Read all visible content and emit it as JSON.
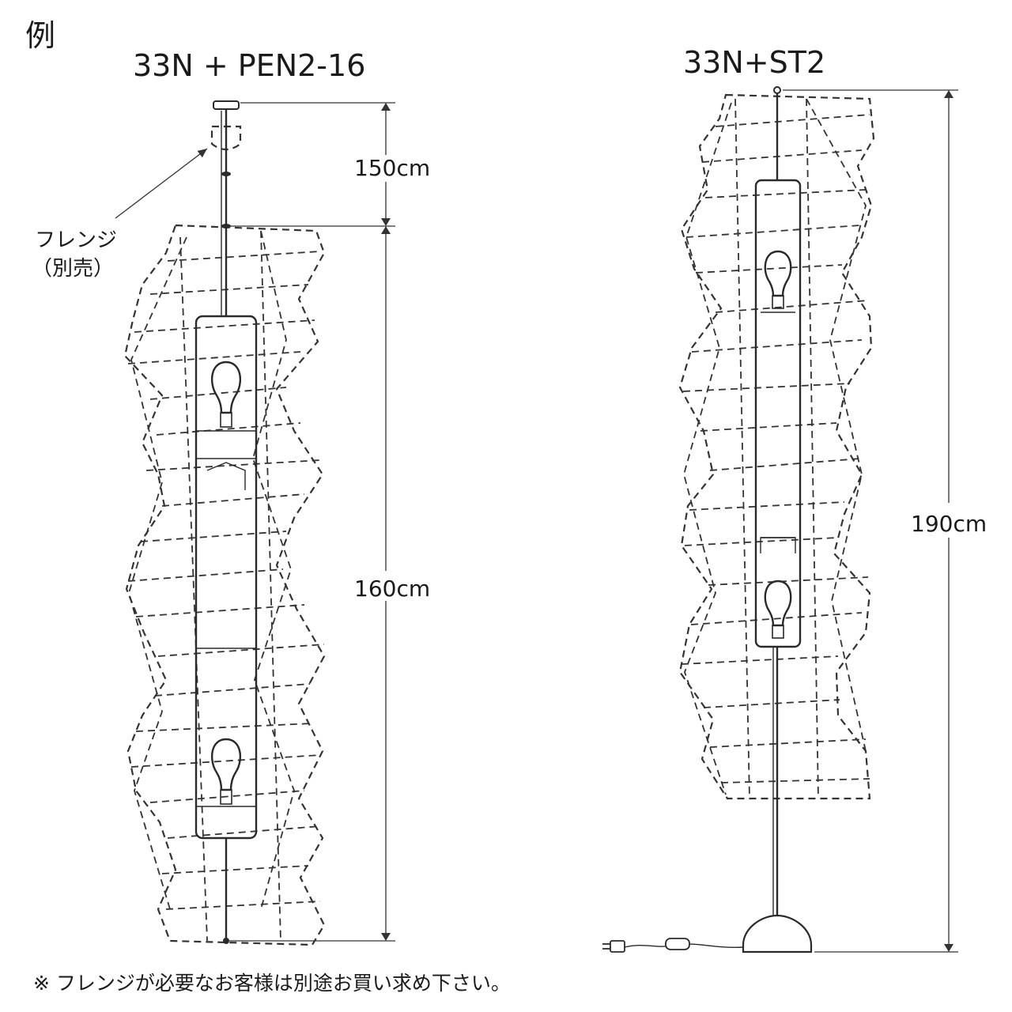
{
  "example_label": "例",
  "left": {
    "title": "33N + PEN2-16",
    "dim_top": "150cm",
    "dim_main": "160cm",
    "flange_label_line1": "フレンジ",
    "flange_label_line2": "（別売）"
  },
  "right": {
    "title": "33N+ST2",
    "dim_total": "190cm"
  },
  "footnote": "※ フレンジが必要なお客様は別途お買い求め下さい。"
}
